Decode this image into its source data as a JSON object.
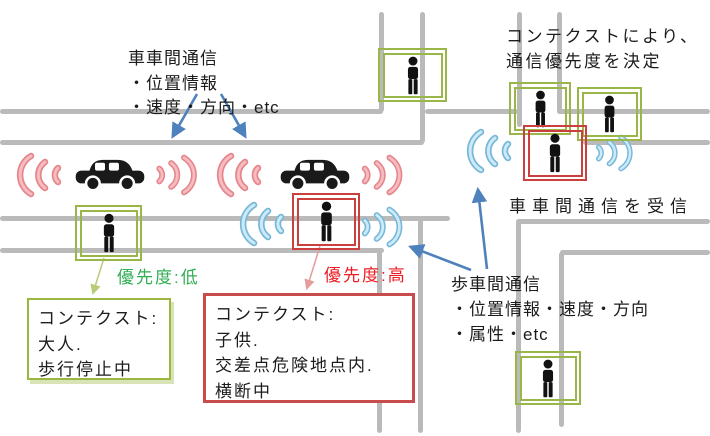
{
  "figure": {
    "background": "#ffffff",
    "colors": {
      "road_gray": "#bababa",
      "wave_pink": "#f0a3a8",
      "wave_blue": "#aadcf2",
      "box_green": "#9ab648",
      "box_red": "#c9403e",
      "label_green": "#2fae52",
      "label_red": "#ec1c24",
      "arrow_blue": "#4f81bd",
      "icon_black": "#1a1a1a"
    },
    "annotations": {
      "v2v": {
        "lines": [
          "車車間通信",
          "・位置情報",
          "・速度・方向・etc"
        ]
      },
      "context_decision": {
        "lines": [
          "コンテクストにより、",
          "通信優先度を決定"
        ]
      },
      "v2v_receive": {
        "label": "車車間通信を受信"
      },
      "p2v": {
        "lines": [
          "歩車間通信",
          "・位置情報・速度・方向",
          "・属性・etc"
        ]
      },
      "priority_low": {
        "label": "優先度:低"
      },
      "priority_high": {
        "label": "優先度:高"
      }
    },
    "context_boxes": {
      "low_priority": {
        "lines": [
          "コンテクスト:",
          "大人.",
          "歩行停止中"
        ]
      },
      "high_priority": {
        "lines": [
          "コンテクスト:",
          "子供.",
          "交差点危険地点内.",
          "横断中"
        ]
      }
    },
    "icons": {
      "car": "car-icon",
      "pedestrian": "pedestrian-icon",
      "radio_wave": "radio-wave-icon",
      "arrow": "arrow-icon"
    }
  }
}
